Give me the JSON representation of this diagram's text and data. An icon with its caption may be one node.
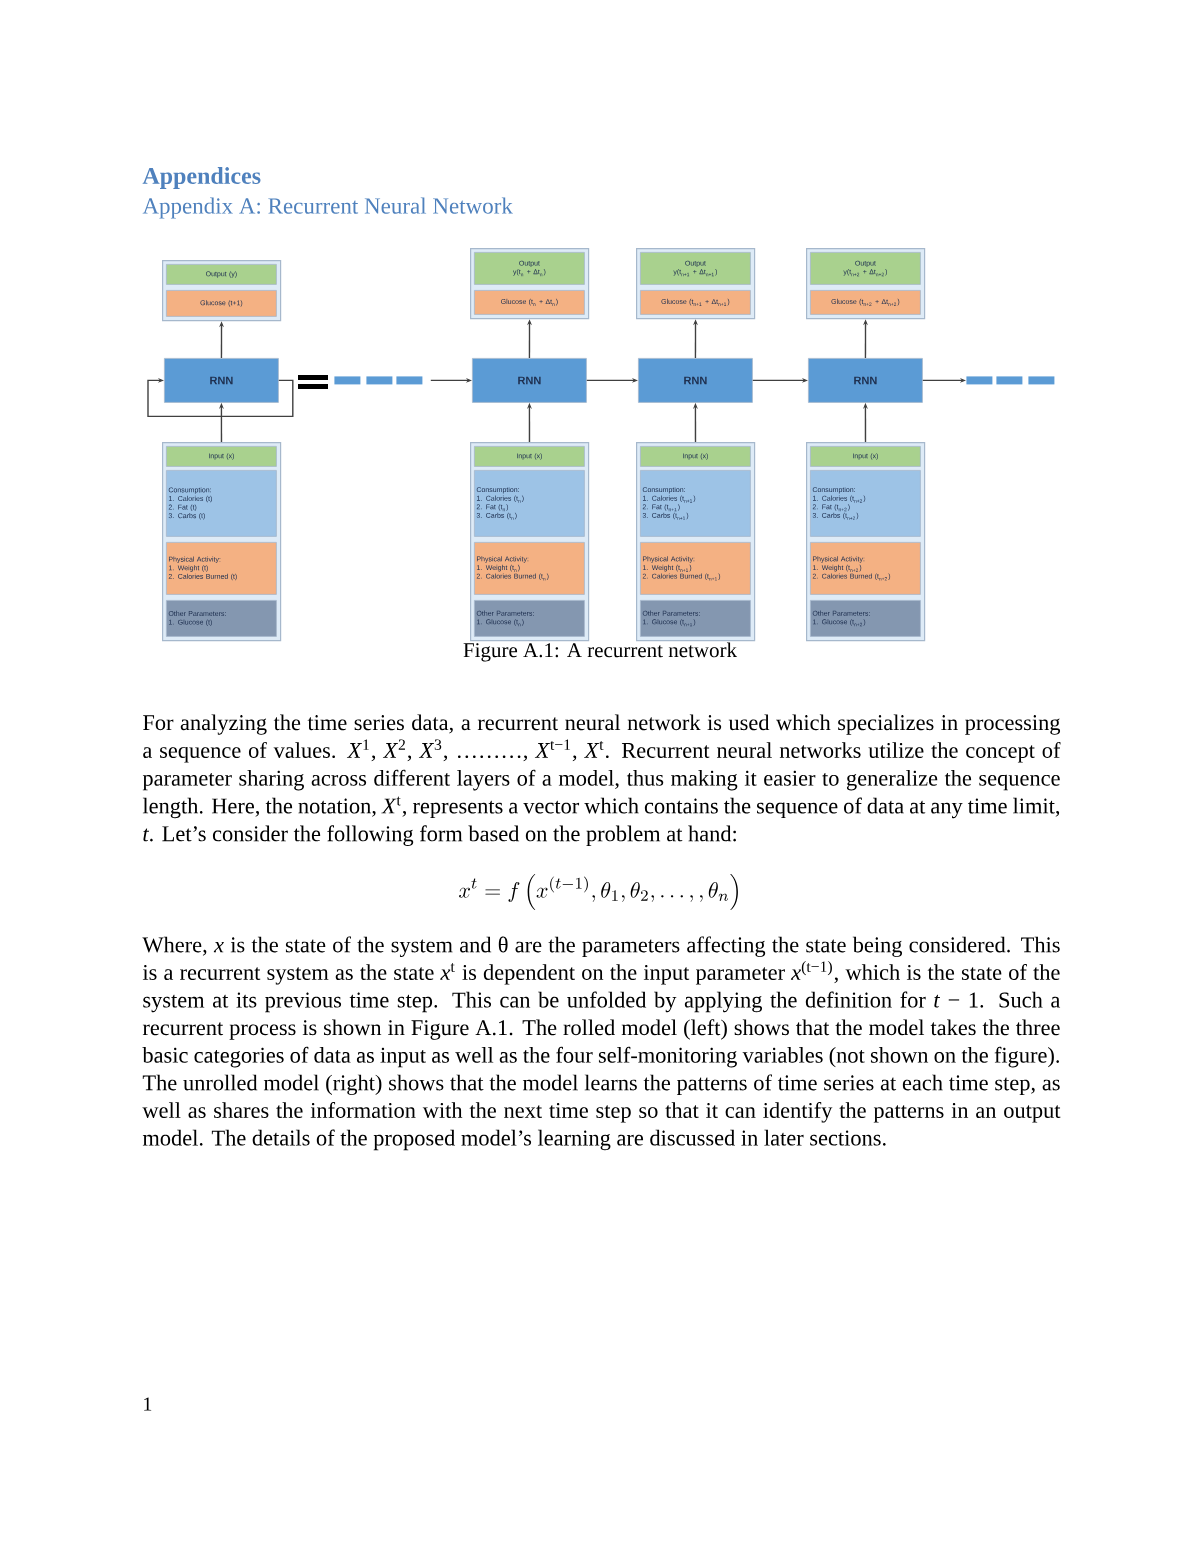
{
  "diagram": {
    "title": "Appendix A: Recurrent Neural Network",
    "caption": "Figure A.1: A recurrent network",
    "nodes": [
      {
        "text": [],
        "shape": "box"
      },
      {
        "text": [
          "Output (y)"
        ],
        "in": 0
      },
      {
        "text": [
          "Glucose (t+1)"
        ],
        "in": 0
      },
      {
        "text": [
          "RNN"
        ]
      },
      {
        "text": [],
        "shape": "box"
      },
      {
        "text": [
          "Input (x)"
        ],
        "in": 4
      },
      {
        "text": [
          "Consumption:",
          "1. Calories (t)",
          "2. Fat (t)",
          "3. Carbs (t)"
        ],
        "in": 4
      },
      {
        "text": [
          "Physical Activity:",
          "1. Weight (t)",
          "2. Calories Burned (t)"
        ],
        "in": 4
      },
      {
        "text": [
          "Other Parameters:",
          "1. Glucose (t)"
        ],
        "in": 4
      },
      {
        "text": [],
        "shape": "bar"
      },
      {
        "text": [],
        "shape": "bar"
      },
      {
        "text": [],
        "shape": "bar"
      },
      {
        "text": [],
        "shape": "box"
      },
      {
        "text": [
          "Output",
          "y(t$_{n}$ + Δt$_{n}$)"
        ],
        "in": 12
      },
      {
        "text": [
          "Glucose (t$_{n}$ + Δt$_{n}$)"
        ],
        "in": 12
      },
      {
        "text": [
          "RNN"
        ]
      },
      {
        "text": [],
        "shape": "box"
      },
      {
        "text": [
          "Input (x)"
        ],
        "in": 16
      },
      {
        "text": [
          "Consumption:",
          "1. Calories (t$_{n}$)",
          "2. Fat (t$_{n}$)",
          "3. Carbs (t$_{n}$)"
        ],
        "in": 16
      },
      {
        "text": [
          "Physical Activity:",
          "1. Weight (t$_{n}$)",
          "2. Calories Burned (t$_{n}$)"
        ],
        "in": 16
      },
      {
        "text": [
          "Other Parameters:",
          "1. Glucose (t$_{n}$)"
        ],
        "in": 16
      },
      {
        "text": [],
        "shape": "box"
      },
      {
        "text": [
          "Output",
          "y(t$_{n+1}$ + Δt$_{n+1}$)"
        ],
        "in": 21
      },
      {
        "text": [
          "Glucose (t$_{n+1}$ + Δt$_{n+1}$)"
        ],
        "in": 21
      },
      {
        "text": [
          "RNN"
        ]
      },
      {
        "text": [],
        "shape": "box"
      },
      {
        "text": [
          "Input (x)"
        ],
        "in": 25
      },
      {
        "text": [
          "Consumption:",
          "1. Calories (t$_{n+1}$)",
          "2. Fat (t$_{n+1}$)",
          "3. Carbs (t$_{n+1}$)"
        ],
        "in": 25
      },
      {
        "text": [
          "Physical Activity:",
          "1. Weight (t$_{n+1}$)",
          "2. Calories Burned (t$_{n+1}$)"
        ],
        "in": 25
      },
      {
        "text": [
          "Other Parameters:",
          "1. Glucose (t$_{n+1}$)"
        ],
        "in": 25
      },
      {
        "text": [],
        "shape": "box"
      },
      {
        "text": [
          "Output",
          "y(t$_{n+2}$ + Δt$_{n+2}$)"
        ],
        "in": 30
      },
      {
        "text": [
          "Glucose (t$_{n+2}$ + Δt$_{n+2}$)"
        ],
        "in": 30
      },
      {
        "text": [
          "RNN"
        ]
      },
      {
        "text": [],
        "shape": "box"
      },
      {
        "text": [
          "Input (x)"
        ],
        "in": 34
      },
      {
        "text": [
          "Consumption:",
          "1. Calories (t$_{n+2}$)",
          "2. Fat (t$_{n+2}$)",
          "3. Carbs (t$_{n+2}$)"
        ],
        "in": 34
      },
      {
        "text": [
          "Physical Activity:",
          "1. Weight (t$_{n+2}$)",
          "2. Calories Burned (t$_{n+2}$)"
        ],
        "in": 34
      },
      {
        "text": [
          "Other Parameters:",
          "1. Glucose (t$_{n+2}$)"
        ],
        "in": 34
      },
      {
        "text": [],
        "shape": "bar"
      },
      {
        "text": [],
        "shape": "bar"
      },
      {
        "text": [],
        "shape": "bar"
      }
    ],
    "edges": [
      {
        "from": 4,
        "to": 3,
        "arrow": "to"
      },
      {
        "from": 3,
        "to": 0,
        "arrow": "to"
      },
      {
        "from": 3,
        "to": 3,
        "arrow": "to"
      },
      {
        "from": 11,
        "to": 15,
        "arrow": "to"
      },
      {
        "from": 16,
        "to": 15,
        "arrow": "to"
      },
      {
        "from": 15,
        "to": 12,
        "arrow": "to"
      },
      {
        "from": 15,
        "to": 24,
        "arrow": "to"
      },
      {
        "from": 25,
        "to": 24,
        "arrow": "to"
      },
      {
        "from": 24,
        "to": 21,
        "arrow": "to"
      },
      {
        "from": 24,
        "to": 33,
        "arrow": "to"
      },
      {
        "from": 34,
        "to": 33,
        "arrow": "to"
      },
      {
        "from": 33,
        "to": 30,
        "arrow": "to"
      },
      {
        "from": 33,
        "to": 39,
        "arrow": "to"
      }
    ],
    "labels": [
      "Appendices",
      "For analyzing the time series data, a recurrent neural network is used which specializes in processing a sequence of values. *X*$^{1}$, *X*$^{2}$, *X*$^{3}$, ………, *X*$^{t−1}$, *X*$^{t}$. Recurrent neural networks utilize the concept of parameter sharing across different layers of a model, thus making it easier to generalize the sequence length. Here, the notation, *X*$^{t}$, represents a vector which contains the sequence of data at any time limit, *t*. Let’s consider the following form based on the problem at hand:",
      "x^{t} = f\\left(x^{(t-1)}, \\theta_{1}, \\theta_{2}, \\ldots,, \\theta_{n}\\right)",
      "Where, *x* is the state of the system and θ are the parameters affecting the state being considered. This is a recurrent system as the state *x*$^{t}$ is dependent on the input parameter *x*$^{(t−1)}$, which is the state of the system at its previous time step. This can be unfolded by applying the definition for *t* − 1. Such a recurrent process is shown in Figure A.1. The rolled model (left) shows that the model takes the three basic categories of data as input as well as the four self-monitoring variables (not shown on the figure). The unrolled model (right) shows that the model learns the patterns of time series at each time step, as well as shares the information with the next time step so that it can identify the patterns in an output model. The details of the proposed model’s learning are discussed in later sections.",
      "1"
    ]
  }
}
